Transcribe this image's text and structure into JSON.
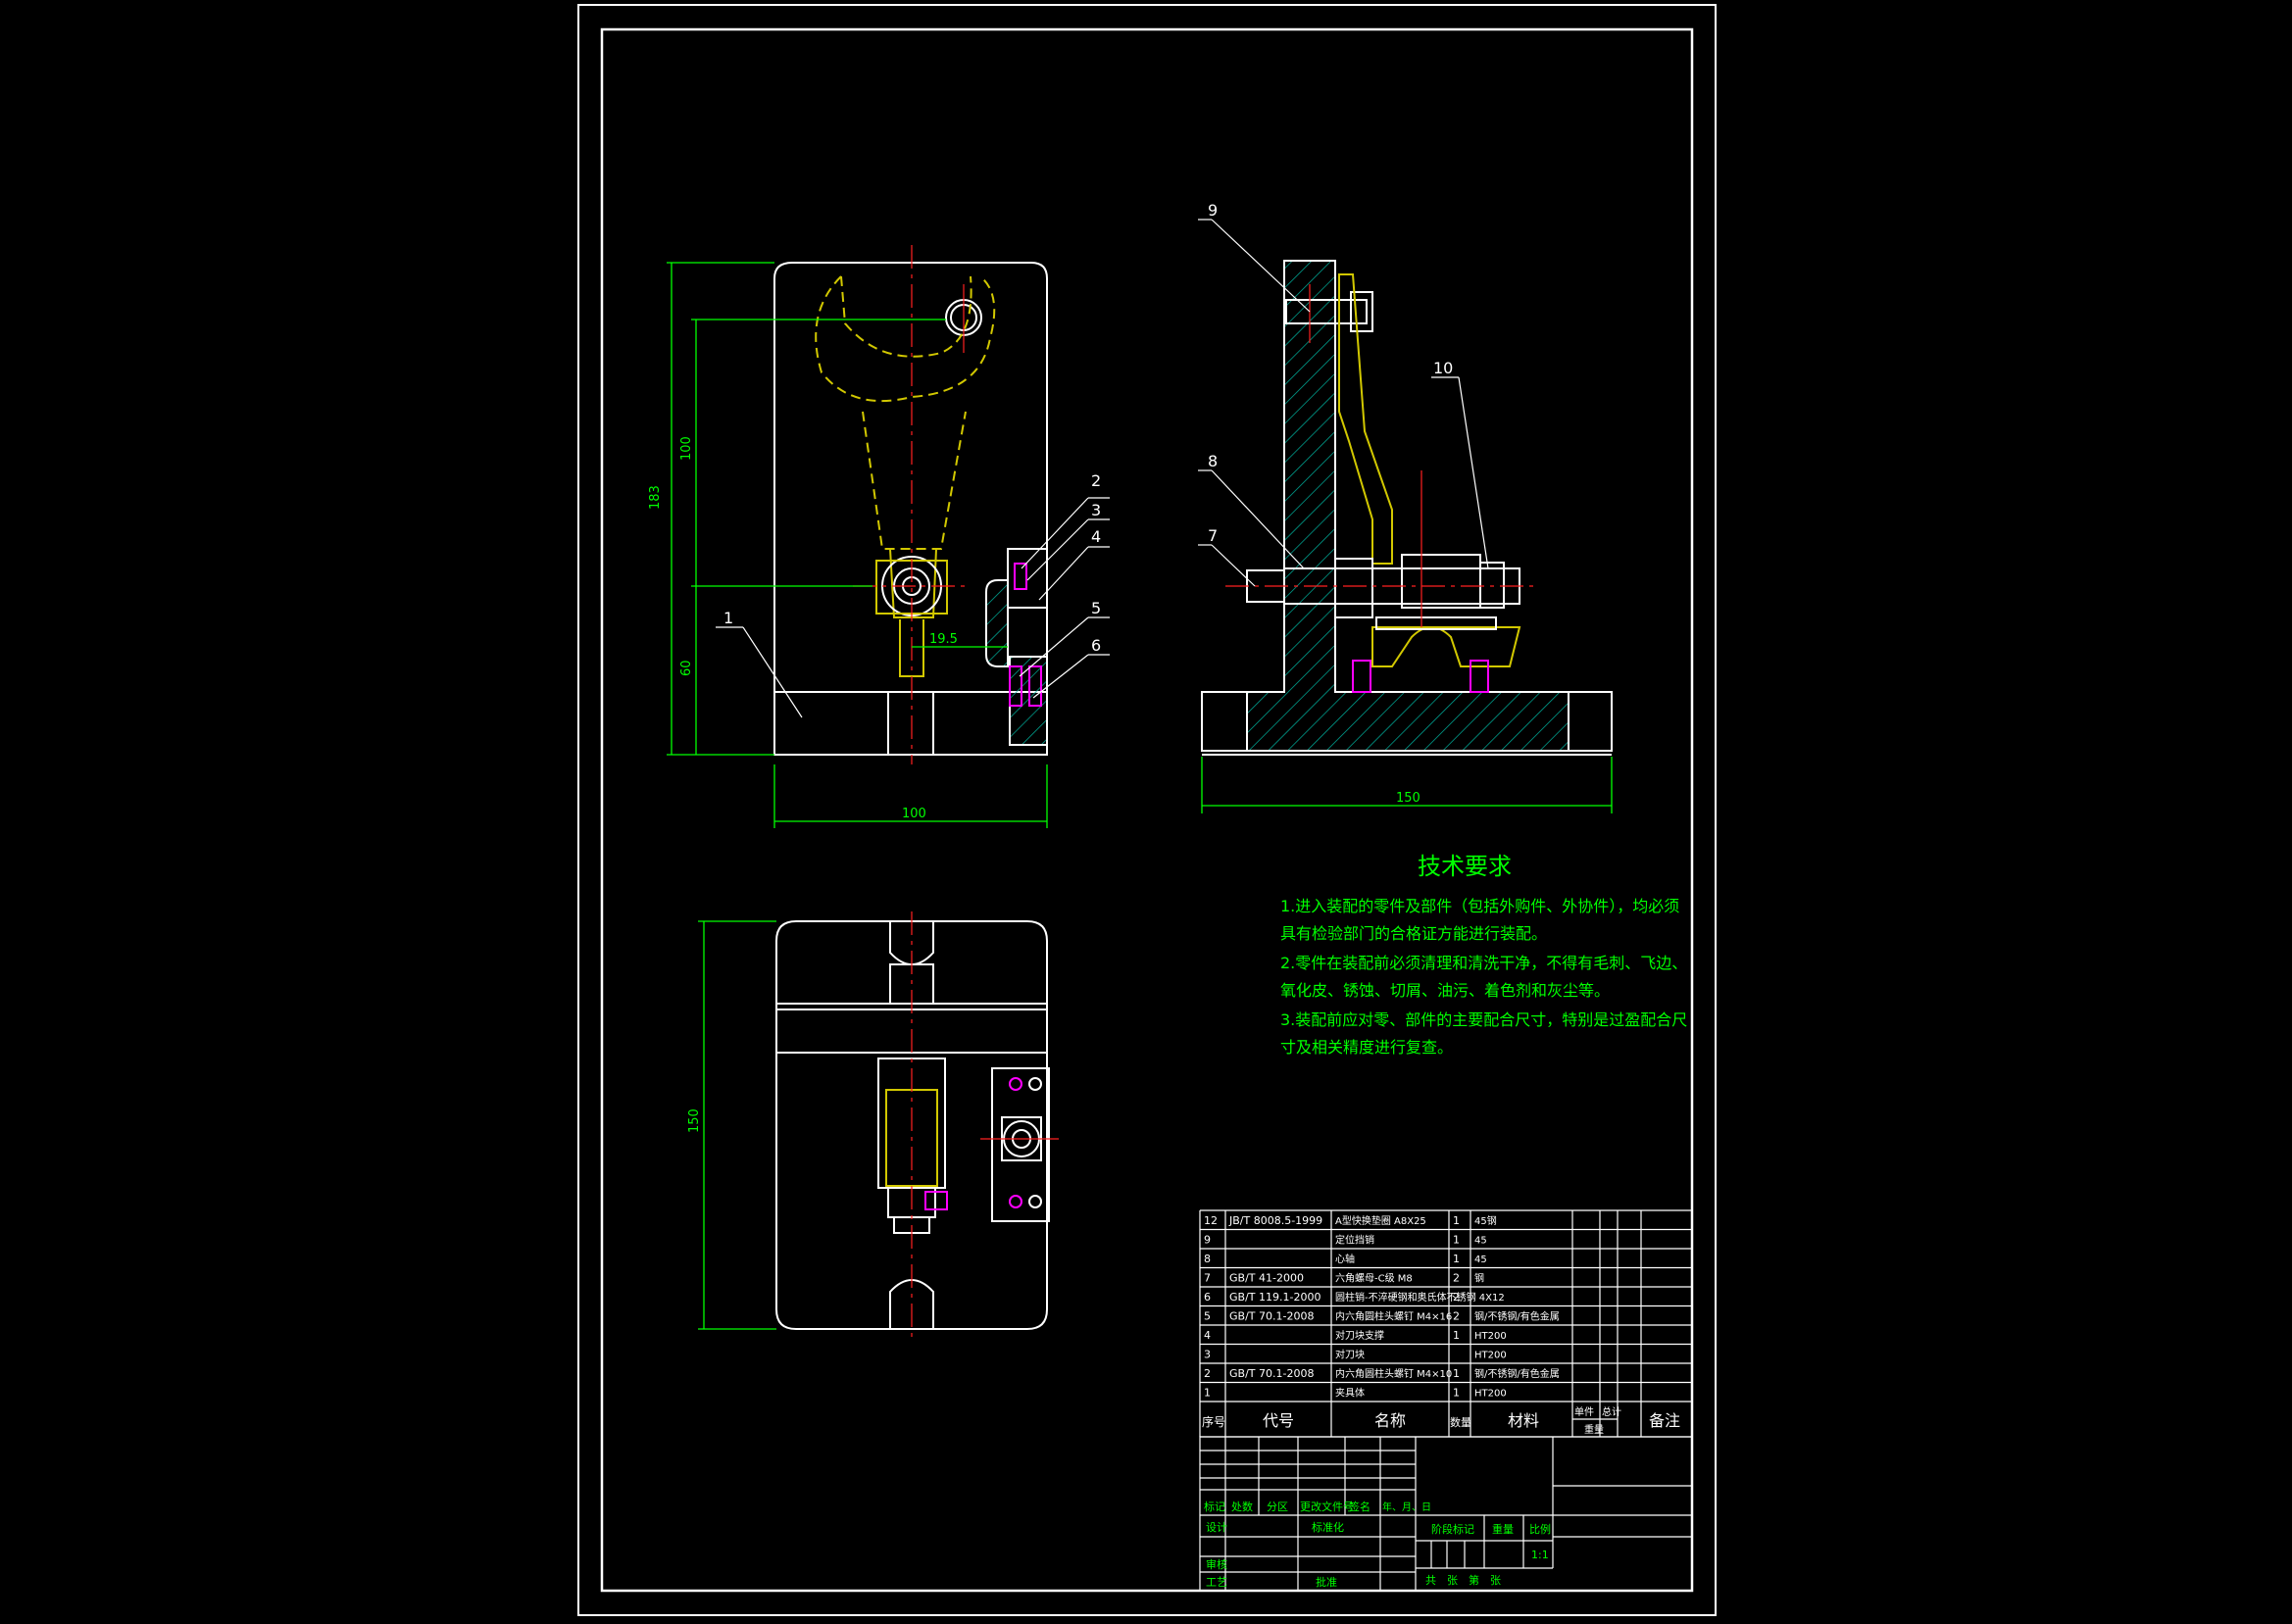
{
  "colors": {
    "background": "#000000",
    "frame": "#ffffff",
    "dimension": "#00ff00",
    "hatch": "#00b4a0",
    "center": "#ff2020",
    "workpiece": "#d2c800",
    "magenta": "#ff00ff",
    "text": "#00ff00",
    "table": "#ffffff"
  },
  "dimensions": {
    "front_total_height": "183",
    "front_upper_height": "100",
    "front_lower_height": "60",
    "front_width": "100",
    "front_offset": "19.5",
    "side_width": "150",
    "top_height": "150"
  },
  "balloons": [
    "1",
    "2",
    "3",
    "4",
    "5",
    "6",
    "7",
    "8",
    "9",
    "10"
  ],
  "tech_requirements": {
    "title": "技术要求",
    "lines": [
      "1.进入装配的零件及部件（包括外购件、外协件），均必须",
      "具有检验部门的合格证方能进行装配。",
      "2.零件在装配前必须清理和清洗干净，不得有毛刺、飞边、",
      "氧化皮、锈蚀、切屑、油污、着色剂和灰尘等。",
      "3.装配前应对零、部件的主要配合尺寸，特别是过盈配合尺",
      "寸及相关精度进行复查。"
    ]
  },
  "bom": {
    "rows": [
      {
        "no": "12",
        "code": "JB/T 8008.5-1999",
        "name": "A型快换垫圈 A8X25",
        "qty": "1",
        "material": "45钢"
      },
      {
        "no": "9",
        "code": "",
        "name": "定位挡销",
        "qty": "1",
        "material": "45"
      },
      {
        "no": "8",
        "code": "",
        "name": "心轴",
        "qty": "1",
        "material": "45"
      },
      {
        "no": "7",
        "code": "GB/T 41-2000",
        "name": "六角螺母-C级 M8",
        "qty": "2",
        "material": "钢"
      },
      {
        "no": "6",
        "code": "GB/T 119.1-2000",
        "name": "圆柱销-不淬硬钢和奥氏体不锈钢 4X12",
        "qty": "2",
        "material": ""
      },
      {
        "no": "5",
        "code": "GB/T 70.1-2008",
        "name": "内六角圆柱头螺钉 M4×16",
        "qty": "2",
        "material": "钢/不锈钢/有色金属"
      },
      {
        "no": "4",
        "code": "",
        "name": "对刀块支撑",
        "qty": "1",
        "material": "HT200"
      },
      {
        "no": "3",
        "code": "",
        "name": "对刀块",
        "qty": "",
        "material": "HT200"
      },
      {
        "no": "2",
        "code": "GB/T 70.1-2008",
        "name": "内六角圆柱头螺钉 M4×10",
        "qty": "1",
        "material": "钢/不锈钢/有色金属"
      },
      {
        "no": "1",
        "code": "",
        "name": "夹具体",
        "qty": "1",
        "material": "HT200"
      }
    ],
    "header": {
      "no": "序号",
      "code": "代号",
      "name": "名称",
      "qty": "数量",
      "material": "材料",
      "unit": "单件",
      "total": "总计",
      "weight": "重量",
      "remark": "备注"
    }
  },
  "title_block": {
    "marks": "标记",
    "count": "处数",
    "zone": "分区",
    "doc_no": "更改文件号",
    "sign": "签名",
    "date": "年、月、日",
    "design": "设计",
    "standardize": "标准化",
    "review": "审核",
    "process": "工艺",
    "approve": "批准",
    "stage_mark": "阶段标记",
    "weight": "重量",
    "scale": "比例",
    "scale_value": "1:1",
    "sheets": "共　张　第　张"
  }
}
